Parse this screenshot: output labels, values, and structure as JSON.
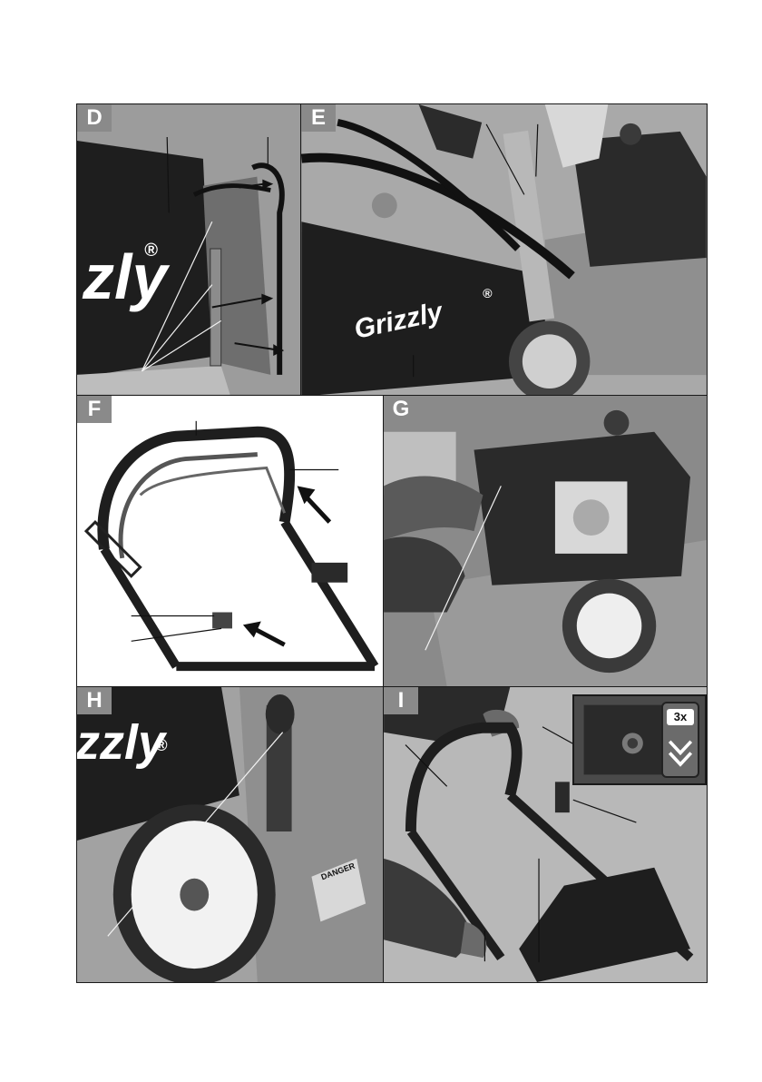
{
  "panels": {
    "d": {
      "label": "D",
      "brand": "zly",
      "registered": "®"
    },
    "e": {
      "label": "E",
      "brand": "Grizzly",
      "registered": "®"
    },
    "f": {
      "label": "F"
    },
    "g": {
      "label": "G"
    },
    "h": {
      "label": "H",
      "brand": "zzly",
      "registered": "®",
      "warning_label": "DANGER"
    },
    "i": {
      "label": "I",
      "inset_label": "3x"
    }
  },
  "colors": {
    "panel_bg": "#7d7d7d",
    "badge": "#8a8a8a",
    "mower_body": "#9a9a9a",
    "dark_part": "#2a2a2a",
    "bag": "#1e1e1e"
  }
}
